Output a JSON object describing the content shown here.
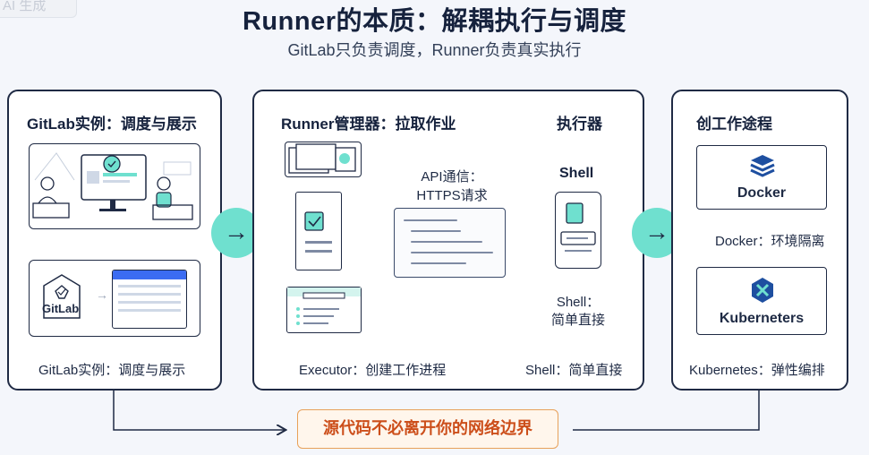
{
  "watermark": "AI 生成",
  "title": "Runner的本质：解耦执行与调度",
  "subtitle": "GitLab只负责调度，Runner负责真实执行",
  "panel1": {
    "title": "GitLab实例：调度与展示",
    "gitlab_logo_text": "GitLab",
    "caption": "GitLab实例：调度与展示"
  },
  "panel2": {
    "title": "Runner管理器：拉取作业",
    "api_label_line1": "API通信：",
    "api_label_line2": "HTTPS请求",
    "caption": "Executor：创建工作进程"
  },
  "executor": {
    "title": "执行器",
    "shell_label": "Shell",
    "shell_desc_line1": "Shell：",
    "shell_desc_line2": "简单直接",
    "caption": "Shell：简单直接"
  },
  "panel3": {
    "title": "创工作途程",
    "docker_label": "Docker",
    "docker_desc": "Docker：环境隔离",
    "k8s_label": "Kuberneters",
    "k8s_desc": "Kubernetes：弹性编排"
  },
  "bottom_note": "源代码不必离开你的网络边界",
  "colors": {
    "accent_teal": "#6fe0cf",
    "dark_outline": "#1f2a44",
    "warning_orange": "#cc4e1a",
    "docker_blue": "#1e4fa0"
  }
}
